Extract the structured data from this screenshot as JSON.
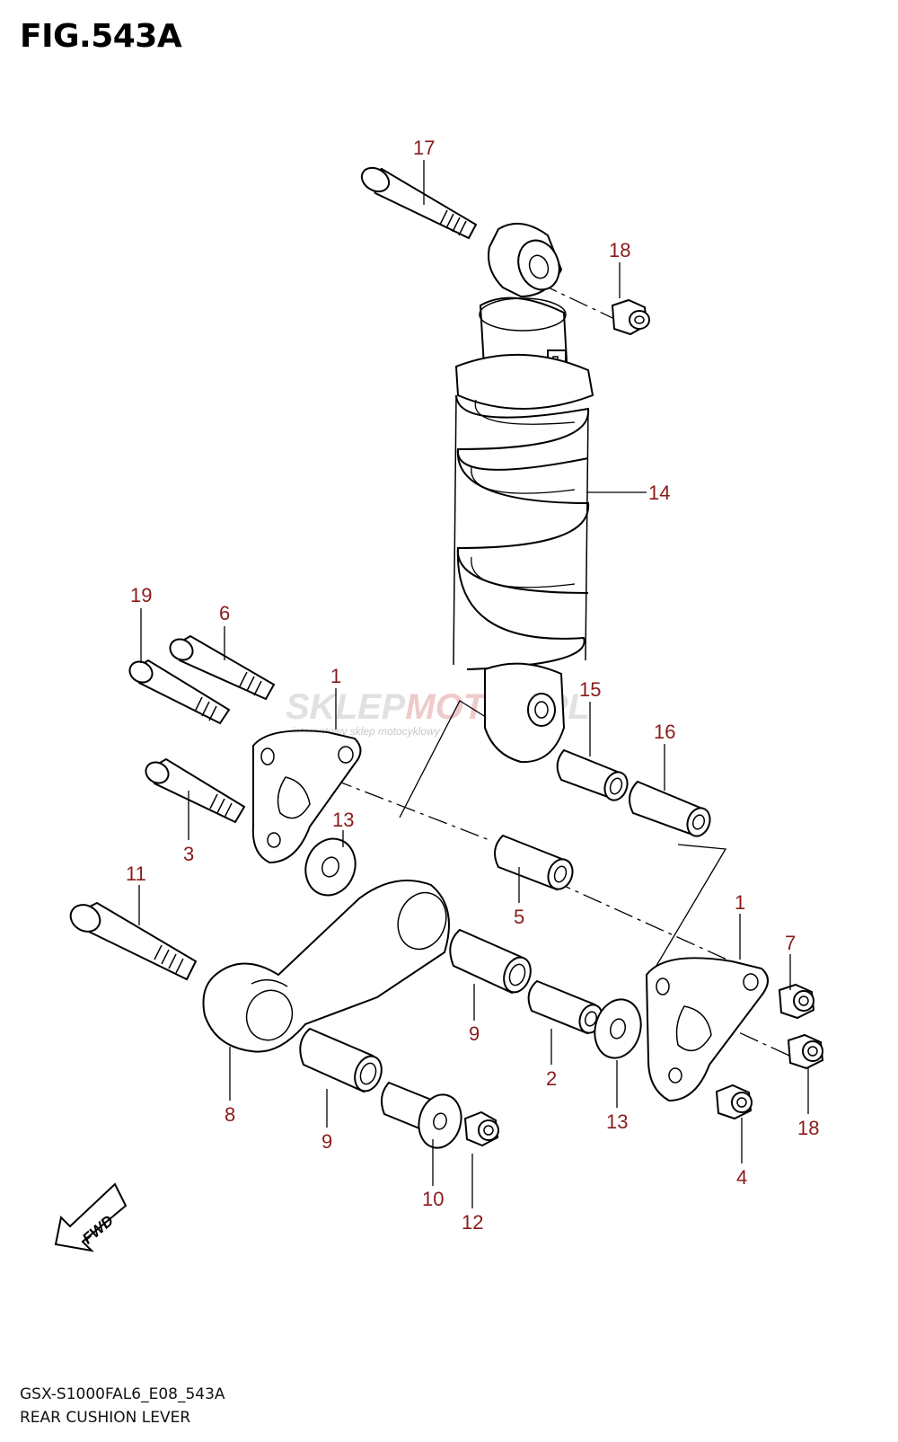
{
  "figure": {
    "title": "FIG.543A",
    "model_code": "GSX-S1000FAL6_E08_543A",
    "name": "REAR CUSHION LEVER"
  },
  "watermark": {
    "brand_a": "SKLEP",
    "brand_b": "MOTO",
    "brand_c": ".PL",
    "tagline": "internetowy sklep motocyklowy"
  },
  "fwd_label": "FWD",
  "callouts": [
    {
      "id": "c17",
      "label": "17"
    },
    {
      "id": "c18a",
      "label": "18"
    },
    {
      "id": "c14",
      "label": "14"
    },
    {
      "id": "c19",
      "label": "19"
    },
    {
      "id": "c6",
      "label": "6"
    },
    {
      "id": "c1a",
      "label": "1"
    },
    {
      "id": "c15",
      "label": "15"
    },
    {
      "id": "c16",
      "label": "16"
    },
    {
      "id": "c3",
      "label": "3"
    },
    {
      "id": "c13a",
      "label": "13"
    },
    {
      "id": "c11",
      "label": "11"
    },
    {
      "id": "c5",
      "label": "5"
    },
    {
      "id": "c1b",
      "label": "1"
    },
    {
      "id": "c7",
      "label": "7"
    },
    {
      "id": "c9a",
      "label": "9"
    },
    {
      "id": "c2",
      "label": "2"
    },
    {
      "id": "c8",
      "label": "8"
    },
    {
      "id": "c13b",
      "label": "13"
    },
    {
      "id": "c18b",
      "label": "18"
    },
    {
      "id": "c9b",
      "label": "9"
    },
    {
      "id": "c4",
      "label": "4"
    },
    {
      "id": "c10",
      "label": "10"
    },
    {
      "id": "c12",
      "label": "12"
    }
  ]
}
